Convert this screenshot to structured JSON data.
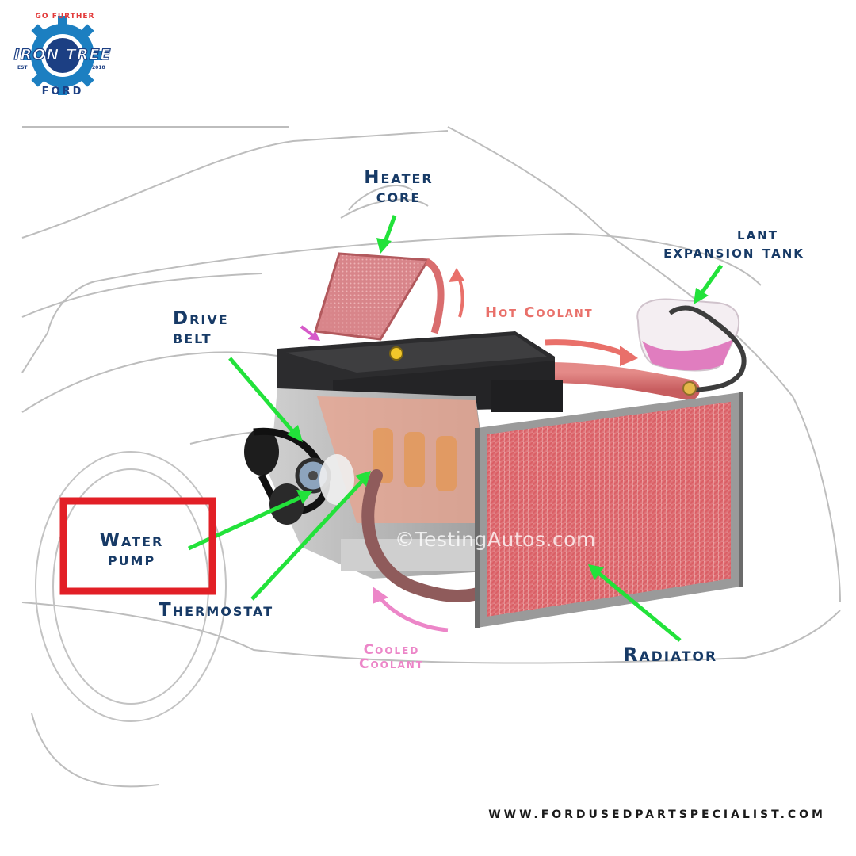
{
  "logo": {
    "tagline": "GO FURTHER",
    "brand": "IRON TREE",
    "est": "EST",
    "year": "2018",
    "make": "FORD"
  },
  "labels": {
    "heater_core": [
      "Heater",
      "core"
    ],
    "expansion_tank": [
      "lant",
      "expansion tank"
    ],
    "drive_belt": [
      "Drive",
      "belt"
    ],
    "water_pump": [
      "Water",
      "pump"
    ],
    "thermostat": "Thermostat",
    "radiator": "Radiator",
    "hot_coolant": "Hot Coolant",
    "cooled_coolant": [
      "Cooled",
      "Coolant"
    ]
  },
  "watermark": "©TestingAutos.com",
  "website": "WWW.FORDUSEDPARTSPECIALIST.COM",
  "colors": {
    "label_text": "#173a66",
    "pointer_arrows": "#22e23a",
    "highlight_box": "#e21f26",
    "hot_coolant": "#e9706a",
    "cooled_coolant": "#ec86c8"
  }
}
